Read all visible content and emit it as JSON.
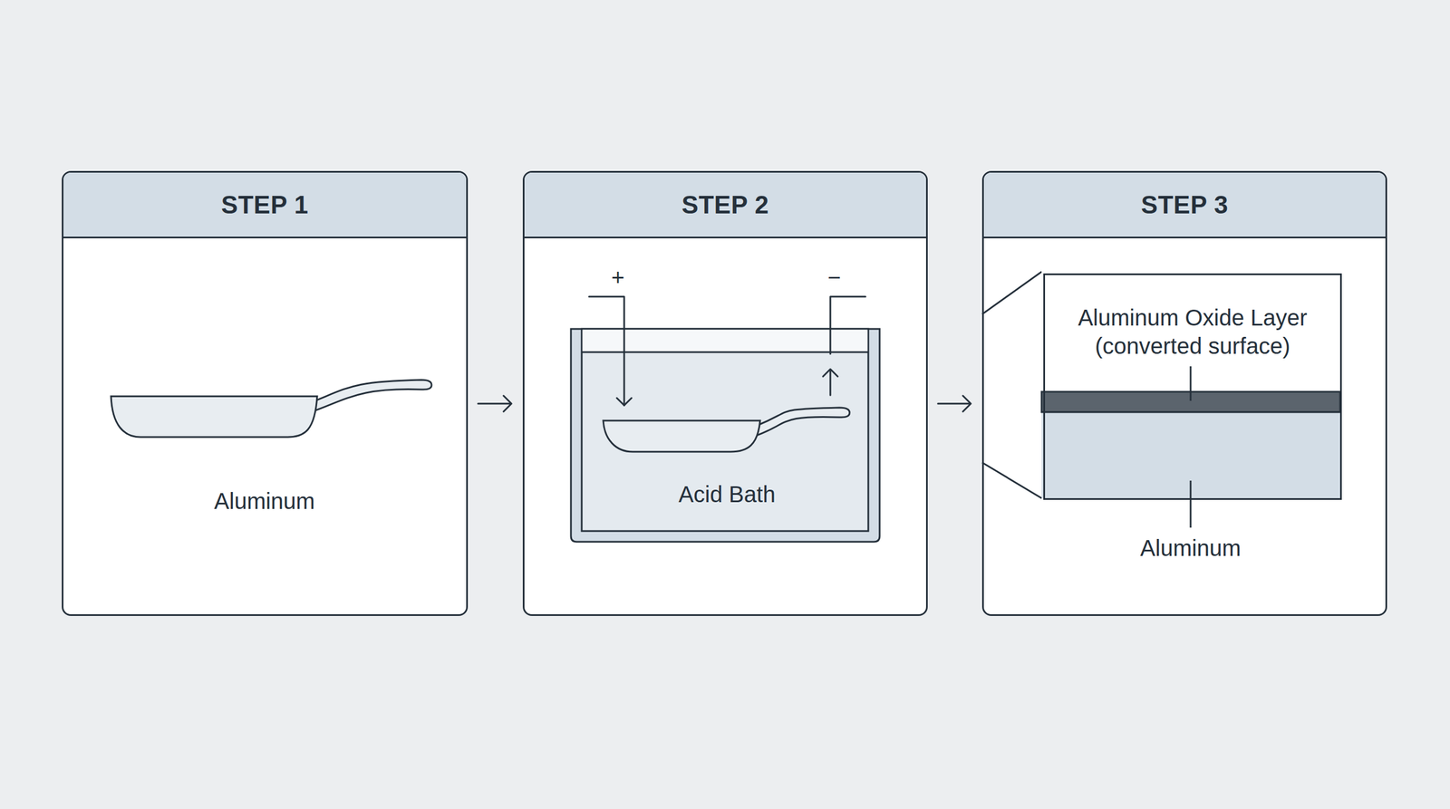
{
  "diagram": {
    "nodes": [
      {
        "text": [
          "STEP 1"
        ]
      },
      {
        "text": [
          "STEP 2"
        ]
      },
      {
        "text": [
          "Acid Bath"
        ],
        "in": 1
      },
      {
        "text": [
          "STEP 3"
        ]
      },
      {
        "text": [
          "Aluminum Oxide Layer (converted surface)"
        ],
        "in": 3
      }
    ],
    "edges": [
      {
        "from": 0,
        "to": 1,
        "arrow": "to"
      },
      {
        "from": 1,
        "to": 3,
        "arrow": "to"
      }
    ],
    "labels": [
      "Aluminum",
      "+",
      "−",
      "Aluminum"
    ]
  }
}
